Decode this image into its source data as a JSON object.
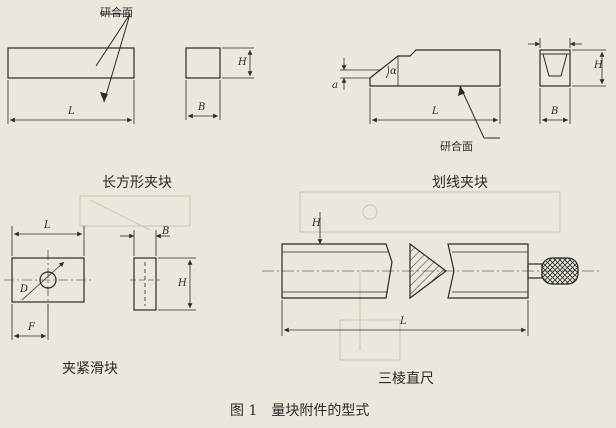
{
  "labels": {
    "lapping_surface": "研合面",
    "rect_clamp": "长方形夹块",
    "scribe_clamp": "划线夹块",
    "clamp_slider": "夹紧滑块",
    "triangle_ruler": "三棱直尺",
    "caption": "图 1　量块附件的型式"
  },
  "dims": {
    "L": "L",
    "B": "B",
    "H": "H",
    "a": "a",
    "alpha": "α",
    "D": "D",
    "F": "F"
  },
  "colors": {
    "paper": "#ece7dc",
    "ink": "#2a2a2a",
    "faint": "#c9c3b6"
  }
}
